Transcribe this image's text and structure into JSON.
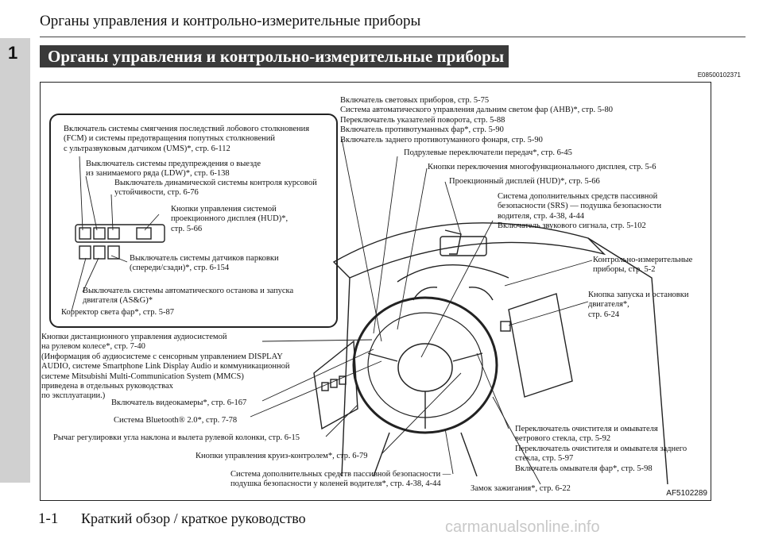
{
  "header": {
    "section_title": "Органы управления и контрольно-измерительные приборы"
  },
  "chapter_number": "1",
  "banner": {
    "title": "Органы управления и контрольно-измерительные приборы"
  },
  "doc_code": "E08500102371",
  "figure_id": "AF5102289",
  "labels": {
    "fcm": "Включатель системы смягчения последствий лобового столкновения\n(FCM) и системы предотвращения попутных столкновений\nс ультразвуковым датчиком (UMS)*, стр. 6-112",
    "ldw": "Выключатель системы предупреждения о выезде\nиз занимаемого ряда (LDW)*, стр. 6-138",
    "asc": "Выключатель динамической системы контроля курсовой\nустойчивости, стр. 6-76",
    "hud_buttons": "Кнопки управления системой\nпроекционного дисплея (HUD)*,\nстр. 5-66",
    "parking": "Выключатель системы датчиков парковки\n(спереди/сзади)*, стр. 6-154",
    "asg": "Выключатель системы автоматического останова и запуска\nдвигателя (AS&G)*",
    "headlight_level": "Корректор света фар*, стр. 5-87",
    "lights": "Включатель световых приборов, стр. 5-75\nСистема автоматического управления дальним светом фар (AHB)*, стр. 5-80\nПереключатель указателей поворота, стр. 5-88\nВключатель противотуманных фар*, стр. 5-90\nВключатель заднего противотуманного фонаря, стр. 5-90",
    "paddles": "Подрулевые переключатели передач*, стр. 6-45",
    "multi_display": "Кнопки переключения многофункционального дисплея, стр. 5-6",
    "hud": "Проекционный дисплей (HUD)*, стр. 5-66",
    "srs": "Система дополнительных средств пассивной\nбезопасности (SRS) — подушка безопасности\nводителя, стр. 4-38, 4-44\nВключатель звукового сигнала, стр. 5-102",
    "gauges": "Контрольно-измерительные\nприборы, стр. 5-2",
    "engine_switch": "Кнопка запуска и остановки\nдвигателя*,\nстр. 6-24",
    "audio_remote": "Кнопки дистанционного управления аудиосистемой\nна рулевом колесе*, стр. 7-40\n(Информация об аудиосистеме с сенсорным управлением DISPLAY\nAUDIO, системе Smartphone Link Display Audio и коммуникационной\nсистеме Mitsubishi Multi-Communication System (MMCS)\nприведена в отдельных руководствах\nпо эксплуатации.)",
    "camera": "Включатель видеокамеры*, стр. 6-167",
    "bluetooth": "Система Bluetooth® 2.0*, стр. 7-78",
    "tilt_lever": "Рычаг регулировки угла наклона и вылета рулевой колонки, стр. 6-15",
    "cruise": "Кнопки управления круиз-контролем*, стр. 6-79",
    "knee_airbag": "Система дополнительных средств пассивной безопасности —\nподушка безопасности у коленей водителя*, стр. 4-38, 4-44",
    "ignition": "Замок зажигания*, стр. 6-22",
    "wipers": "Переключатель очистителя и омывателя\nветрового стекла, стр. 5-92\nПереключатель очистителя и омывателя заднего\nстекла, стр. 5-97\nВключатель омывателя фар*, стр. 5-98"
  },
  "footer": {
    "page_number": "1-1",
    "text": "Краткий обзор / краткое руководство"
  },
  "watermark": "carmanualsonline.info"
}
